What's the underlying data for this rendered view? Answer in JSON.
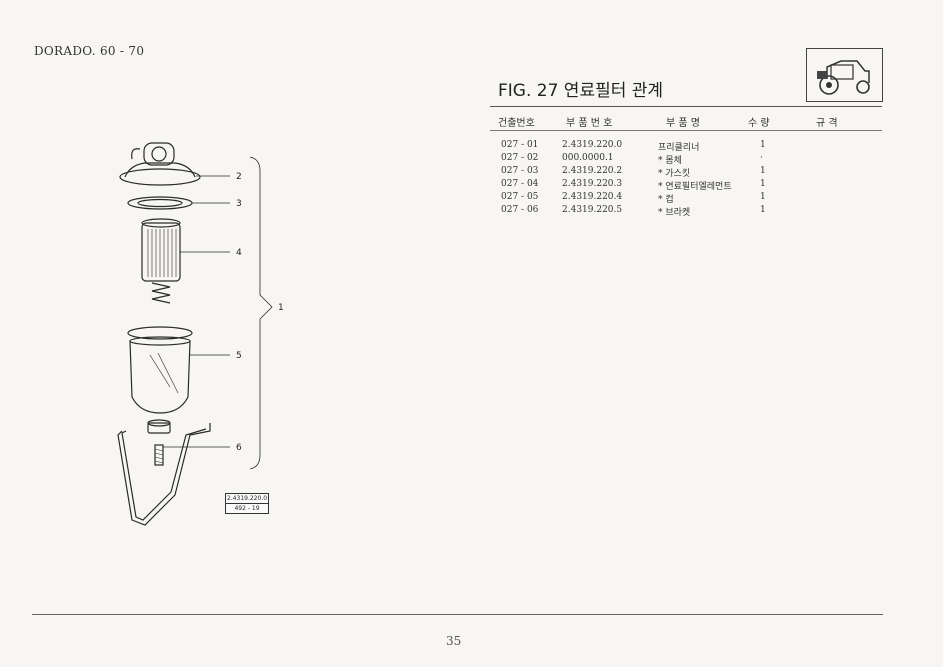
{
  "header": {
    "model": "DORADO. 60 - 70"
  },
  "figure_title": "FIG. 27 연료필터 관계",
  "table": {
    "columns": [
      "건출번호",
      "부 품 번 호",
      "부 품 명",
      "수 량",
      "규 격"
    ],
    "rows": [
      {
        "ref": "027 - 01",
        "part_no": "2.4319.220.0",
        "name": "프리클리너",
        "qty": "1"
      },
      {
        "ref": "027 - 02",
        "part_no": "000.0000.1",
        "name": "* 몸체",
        "qty": "·"
      },
      {
        "ref": "027 - 03",
        "part_no": "2.4319.220.2",
        "name": "* 가스킷",
        "qty": "1"
      },
      {
        "ref": "027 - 04",
        "part_no": "2.4319.220.3",
        "name": "* 연료필터엘레먼트",
        "qty": "1"
      },
      {
        "ref": "027 - 05",
        "part_no": "2.4319.220.4",
        "name": "* 컵",
        "qty": "1"
      },
      {
        "ref": "027 - 06",
        "part_no": "2.4319.220.5",
        "name": "* 브라켓",
        "qty": "1"
      }
    ]
  },
  "callouts": [
    "1",
    "2",
    "3",
    "4",
    "5",
    "6"
  ],
  "drawing_code": {
    "line1": "2.4319.220.0",
    "line2": "492 - 19"
  },
  "page_number": "35",
  "icons": {
    "logo": "tractor-icon"
  }
}
